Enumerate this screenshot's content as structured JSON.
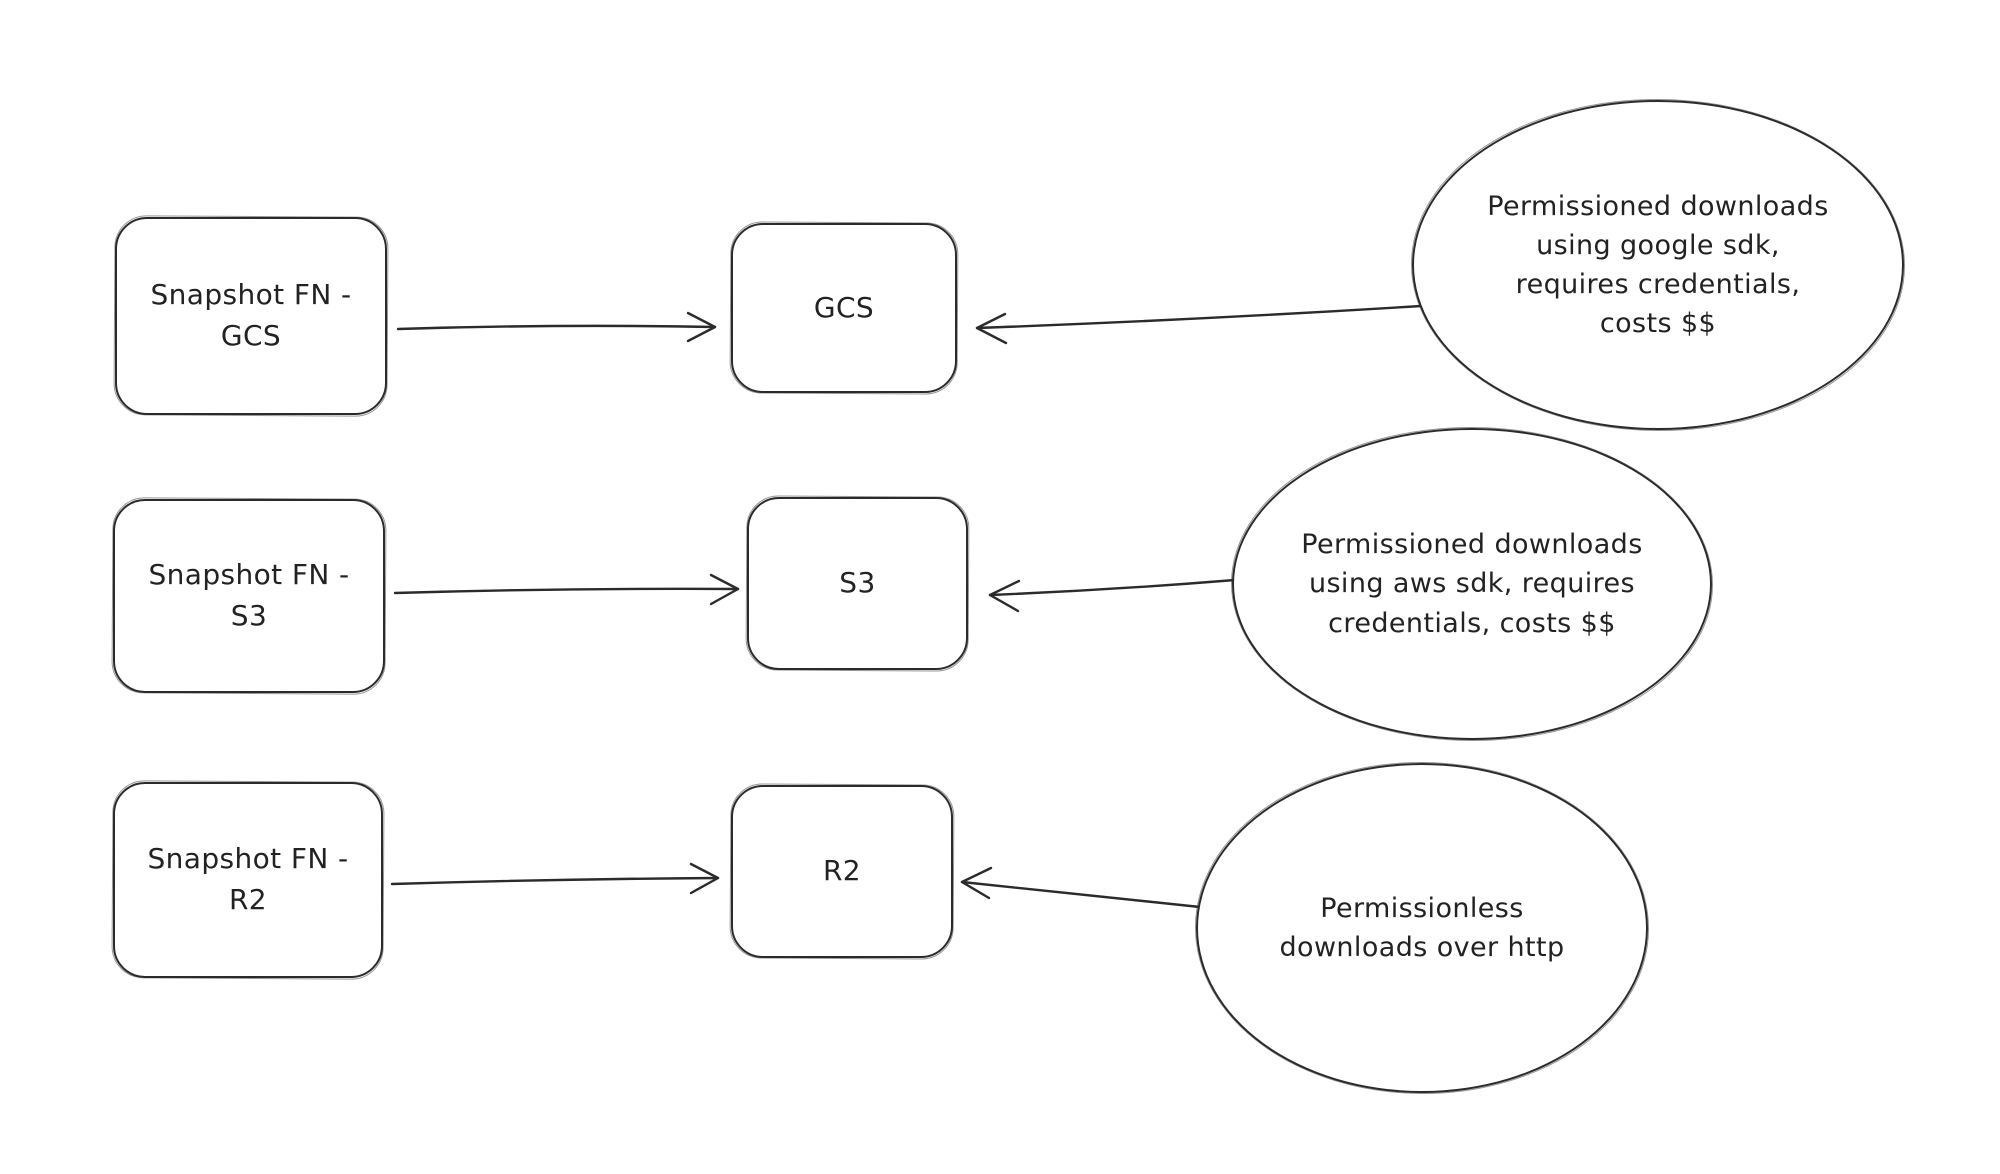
{
  "canvas": {
    "background_color": "#ffffff",
    "stroke_color": "#2b2b2b",
    "style": "hand-drawn whiteboard diagram"
  },
  "rows": [
    {
      "source": {
        "label": "Snapshot FN - GCS"
      },
      "target": {
        "label": "GCS"
      },
      "note": {
        "text": "Permissioned downloads\nusing google sdk,\nrequires credentials,\ncosts $$"
      }
    },
    {
      "source": {
        "label": "Snapshot FN - S3"
      },
      "target": {
        "label": "S3"
      },
      "note": {
        "text": "Permissioned downloads\nusing aws sdk, requires\ncredentials, costs $$"
      }
    },
    {
      "source": {
        "label": "Snapshot FN - R2"
      },
      "target": {
        "label": "R2"
      },
      "note": {
        "text": "Permissionless\ndownloads over http"
      }
    }
  ],
  "edges": [
    {
      "from": "snapshot-fn-gcs",
      "to": "gcs",
      "direction": "right"
    },
    {
      "from": "note-gcs",
      "to": "gcs",
      "direction": "left"
    },
    {
      "from": "snapshot-fn-s3",
      "to": "s3",
      "direction": "right"
    },
    {
      "from": "note-s3",
      "to": "s3",
      "direction": "left"
    },
    {
      "from": "snapshot-fn-r2",
      "to": "r2",
      "direction": "right"
    },
    {
      "from": "note-r2",
      "to": "r2",
      "direction": "left"
    }
  ]
}
